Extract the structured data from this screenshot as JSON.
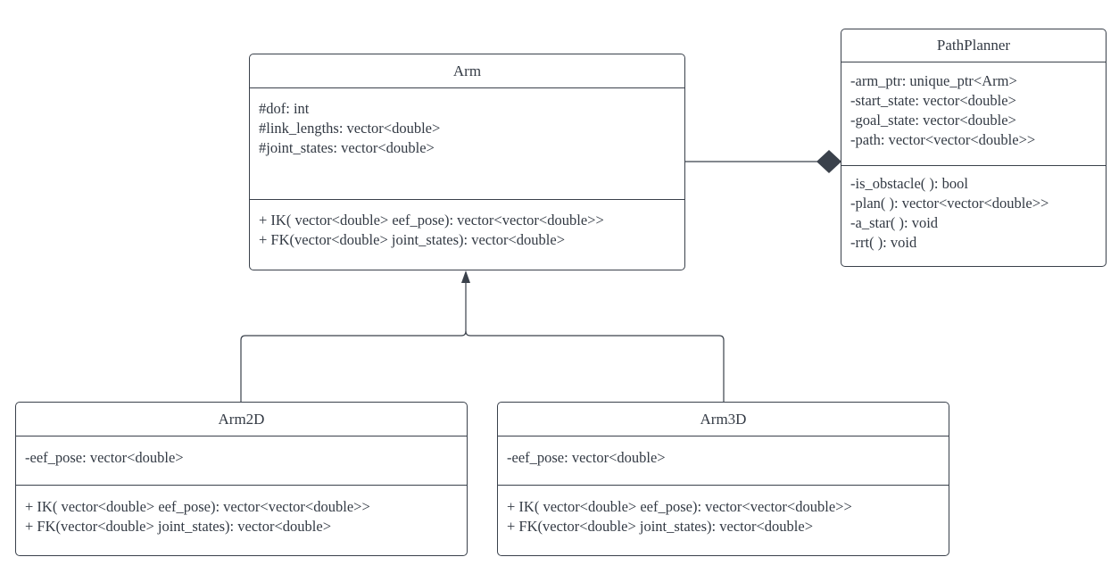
{
  "colors": {
    "stroke": "#3a414b",
    "text": "#333a44"
  },
  "classes": {
    "arm": {
      "name": "Arm",
      "attributes": [
        "#dof: int",
        "#link_lengths: vector<double>",
        "#joint_states: vector<double>"
      ],
      "methods": [
        "+ IK( vector<double> eef_pose): vector<vector<double>>",
        "+ FK(vector<double> joint_states): vector<double>"
      ]
    },
    "path_planner": {
      "name": "PathPlanner",
      "attributes": [
        "-arm_ptr: unique_ptr<Arm>",
        "-start_state: vector<double>",
        "-goal_state: vector<double>",
        "-path: vector<vector<double>>"
      ],
      "methods": [
        "-is_obstacle( ): bool",
        "-plan( ): vector<vector<double>>",
        "-a_star( ): void",
        "-rrt( ): void"
      ]
    },
    "arm2d": {
      "name": "Arm2D",
      "attributes": [
        "-eef_pose: vector<double>"
      ],
      "methods": [
        "+ IK( vector<double> eef_pose): vector<vector<double>>",
        "+ FK(vector<double> joint_states): vector<double>"
      ]
    },
    "arm3d": {
      "name": "Arm3D",
      "attributes": [
        "-eef_pose: vector<double>"
      ],
      "methods": [
        "+ IK( vector<double> eef_pose): vector<vector<double>>",
        "+ FK(vector<double> joint_states): vector<double>"
      ]
    }
  },
  "relations": [
    {
      "type": "composition",
      "from": "Arm",
      "to": "PathPlanner"
    },
    {
      "type": "inheritance",
      "from": "Arm2D",
      "to": "Arm"
    },
    {
      "type": "inheritance",
      "from": "Arm3D",
      "to": "Arm"
    }
  ]
}
